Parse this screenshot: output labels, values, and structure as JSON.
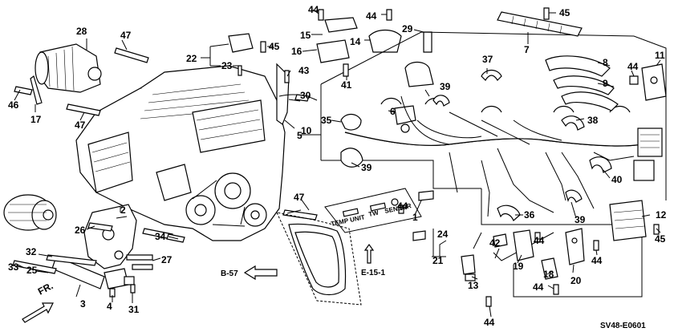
{
  "callouts": [
    {
      "id": "c1",
      "text": "1"
    },
    {
      "id": "c2",
      "text": "2"
    },
    {
      "id": "c3",
      "text": "3"
    },
    {
      "id": "c4",
      "text": "4"
    },
    {
      "id": "c5",
      "text": "5"
    },
    {
      "id": "c6",
      "text": "6"
    },
    {
      "id": "c7",
      "text": "7"
    },
    {
      "id": "c8",
      "text": "8"
    },
    {
      "id": "c9",
      "text": "9"
    },
    {
      "id": "c10",
      "text": "10"
    },
    {
      "id": "c11",
      "text": "11"
    },
    {
      "id": "c12",
      "text": "12"
    },
    {
      "id": "c13",
      "text": "13"
    },
    {
      "id": "c14",
      "text": "14"
    },
    {
      "id": "c15",
      "text": "15"
    },
    {
      "id": "c16",
      "text": "16"
    },
    {
      "id": "c17",
      "text": "17"
    },
    {
      "id": "c18",
      "text": "18"
    },
    {
      "id": "c19",
      "text": "19"
    },
    {
      "id": "c20",
      "text": "20"
    },
    {
      "id": "c21",
      "text": "21"
    },
    {
      "id": "c22",
      "text": "22"
    },
    {
      "id": "c23",
      "text": "23"
    },
    {
      "id": "c24",
      "text": "24"
    },
    {
      "id": "c25",
      "text": "25"
    },
    {
      "id": "c26",
      "text": "26"
    },
    {
      "id": "c27",
      "text": "27"
    },
    {
      "id": "c28",
      "text": "28"
    },
    {
      "id": "c29",
      "text": "29"
    },
    {
      "id": "c30",
      "text": "30"
    },
    {
      "id": "c31",
      "text": "31"
    },
    {
      "id": "c32",
      "text": "32"
    },
    {
      "id": "c33",
      "text": "33"
    },
    {
      "id": "c34",
      "text": "34"
    },
    {
      "id": "c35",
      "text": "35"
    },
    {
      "id": "c36",
      "text": "36"
    },
    {
      "id": "c37",
      "text": "37"
    },
    {
      "id": "c38",
      "text": "38"
    },
    {
      "id": "c39",
      "text": "39"
    },
    {
      "id": "c40",
      "text": "40"
    },
    {
      "id": "c41",
      "text": "41"
    },
    {
      "id": "c42",
      "text": "42"
    },
    {
      "id": "c43",
      "text": "43"
    },
    {
      "id": "c44",
      "text": "44"
    },
    {
      "id": "c45",
      "text": "45"
    },
    {
      "id": "c46",
      "text": "46"
    },
    {
      "id": "c47",
      "text": "47"
    }
  ],
  "labels": {
    "temp_unit": "TEMP UNIT",
    "tw_sensor_tw": "TW",
    "tw_sensor_sensor": "SENSOR",
    "ref_b57": "B-57",
    "ref_e151": "E-15-1",
    "front": "FR.",
    "diagram_code": "SV48-E0601"
  },
  "colors": {
    "ink": "#000000",
    "paper": "#ffffff"
  }
}
